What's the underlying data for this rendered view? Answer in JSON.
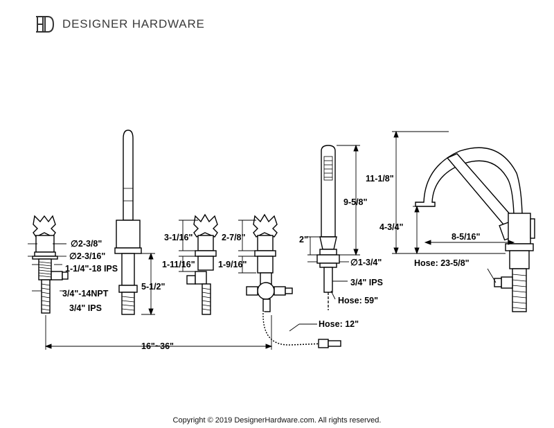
{
  "brand": {
    "name": "DESIGNER HARDWARE",
    "logo_icon": "dh-monogram-icon"
  },
  "dimensions": {
    "handle_diameter": "∅2-3/8\"",
    "escutcheon_diameter": "∅2-3/16\"",
    "inlet_thread": "1-1/4\"-18 IPS",
    "outlet_thread": "3/4\"-14NPT",
    "valve_ips": "3/4\" IPS",
    "shank_length": "5-1/2\"",
    "spread": "16\"~36\"",
    "valve_height": "3-1/16\"",
    "valve_base": "1-11/16\"",
    "diverter_height": "2-7/8\"",
    "diverter_base": "1-9/16\"",
    "hose_12": "Hose: 12\"",
    "handshower_length": "9-5/8\"",
    "holder_height": "2\"",
    "holder_diameter": "∅1-3/4\"",
    "holder_ips": "3/4\" IPS",
    "hose_59": "Hose: 59\"",
    "spout_height": "11-1/8\"",
    "spout_clearance": "4-3/4\"",
    "spout_reach": "8-5/16\"",
    "hose_23": "Hose: 23-5/8\""
  },
  "footer": {
    "copyright": "Copyright © 2019 DesignerHardware.com. All rights reserved."
  }
}
